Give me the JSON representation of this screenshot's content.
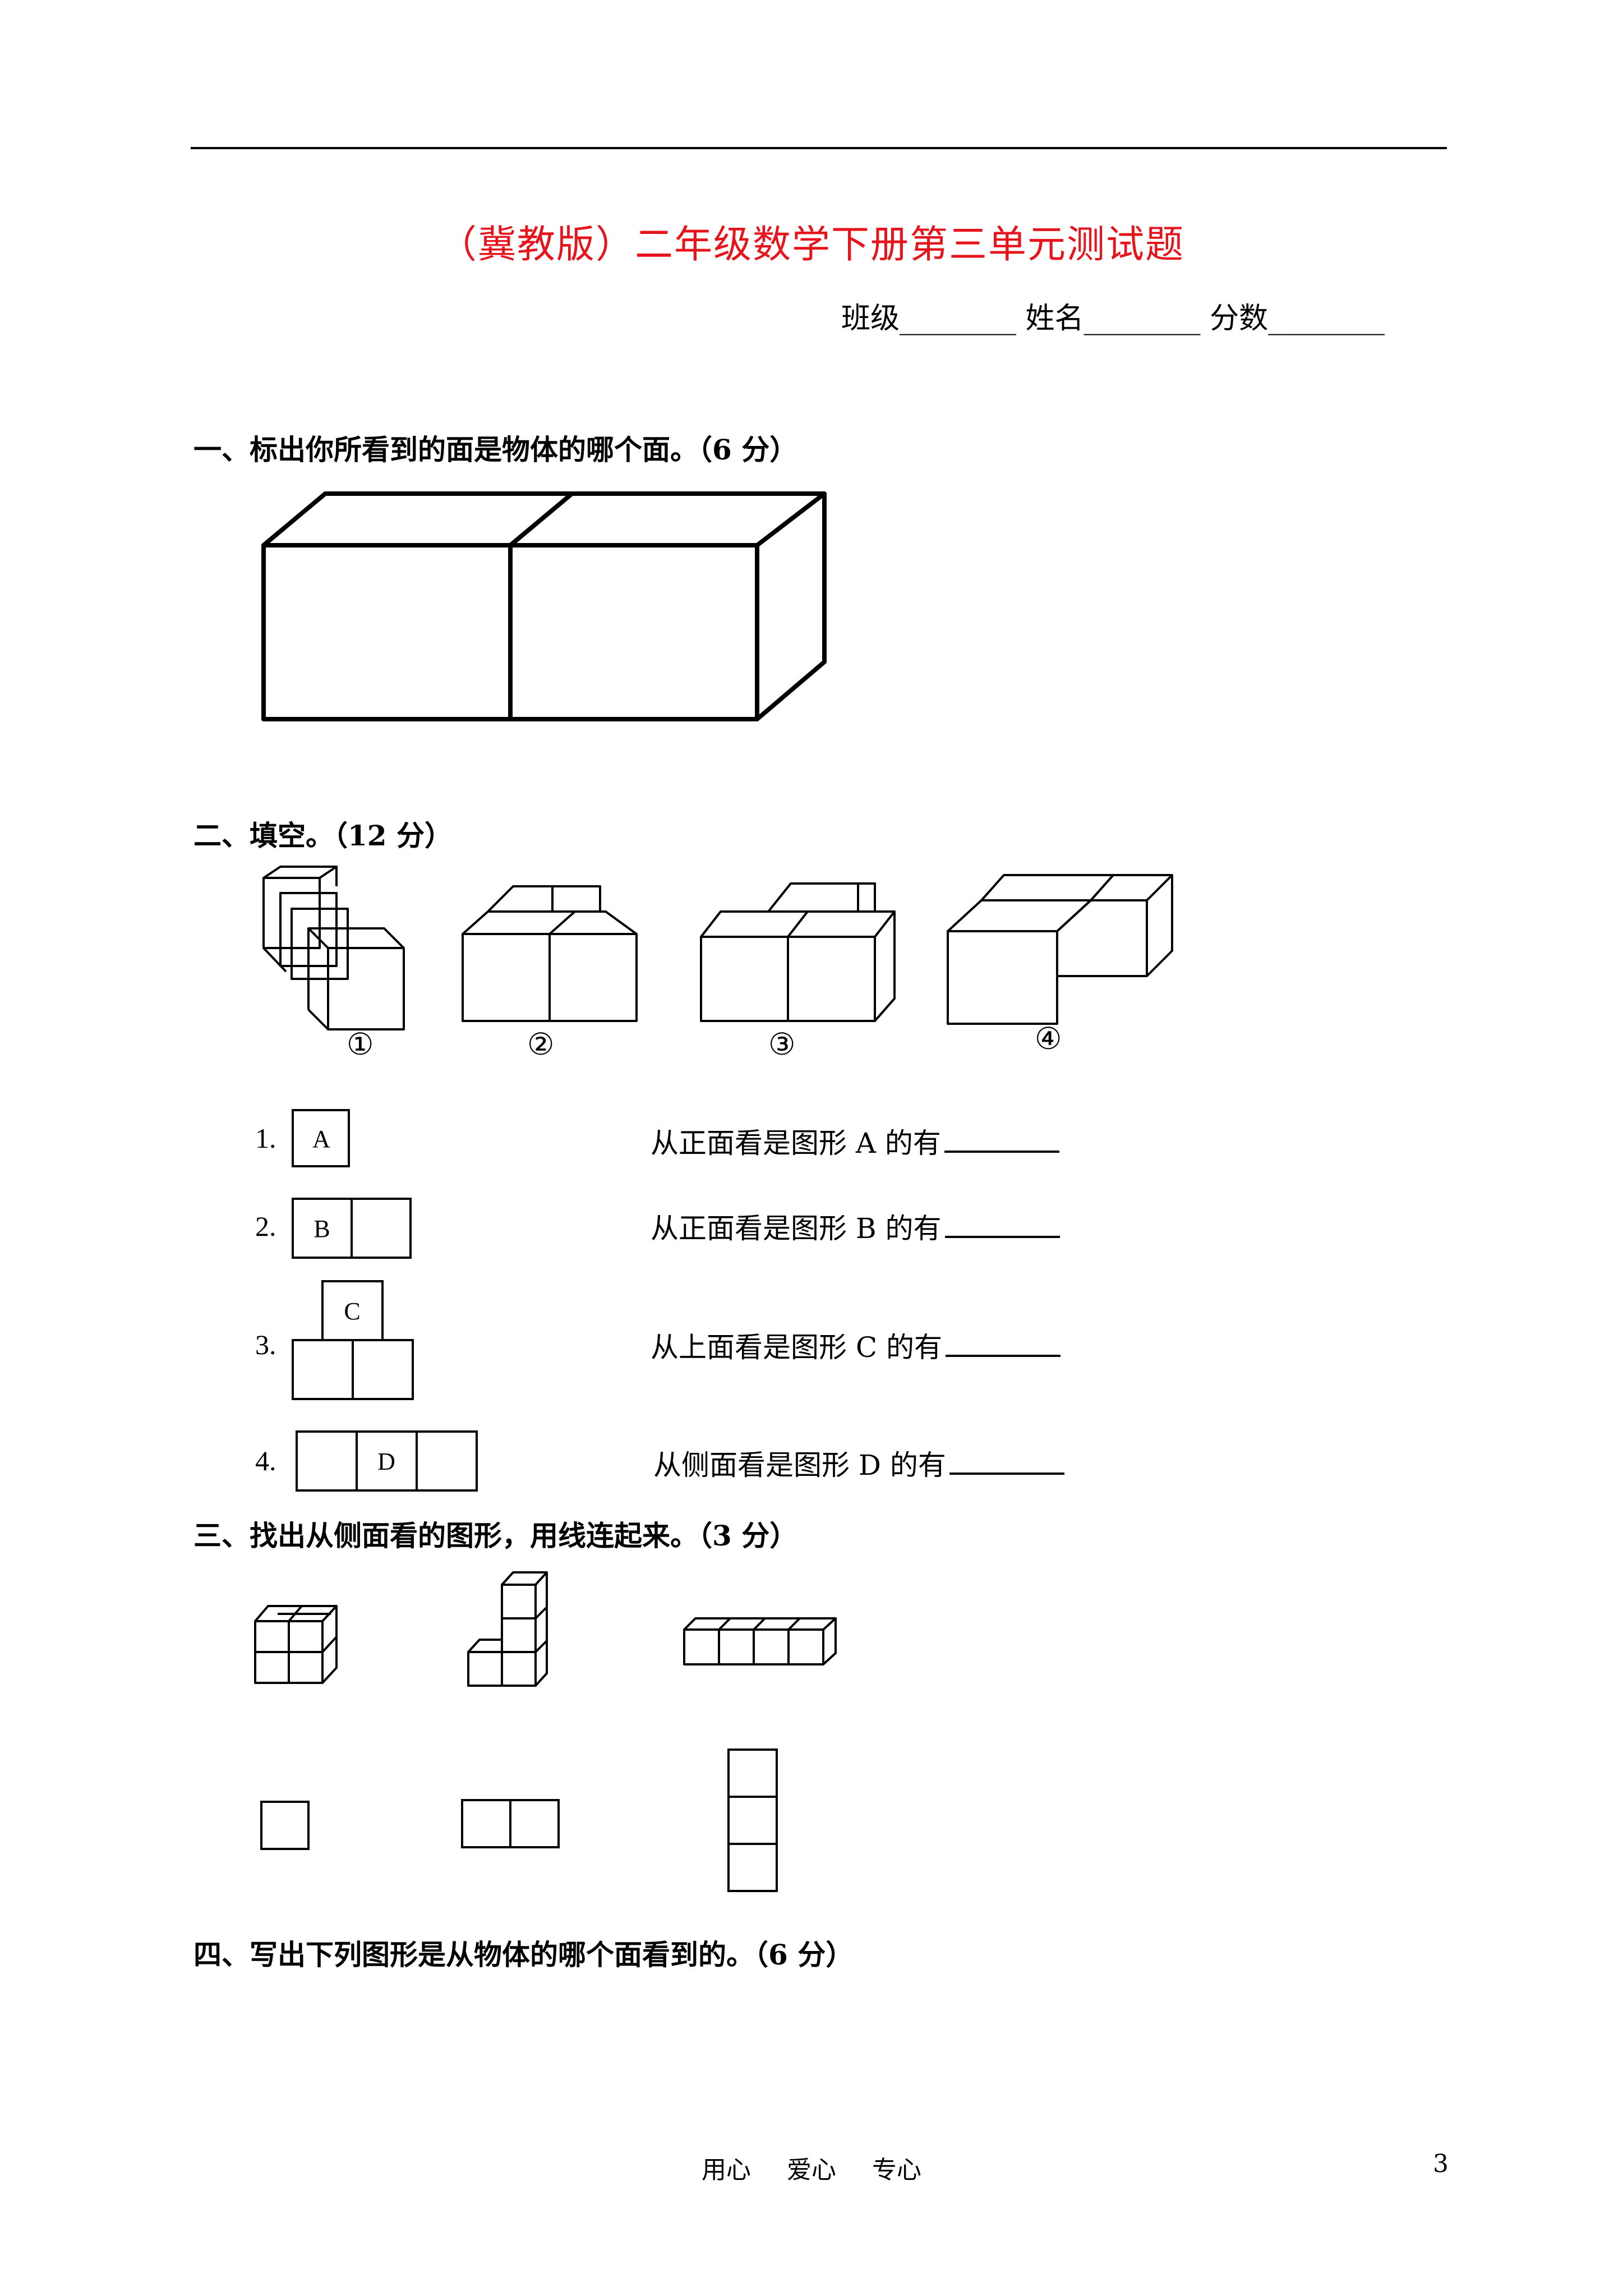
{
  "header": {
    "title": "（冀教版）二年级数学下册第三单元测试题",
    "class_label": "班级________",
    "name_label": "姓名________",
    "score_label": "分数________"
  },
  "q1": {
    "heading": "一、标出你所看到的面是物体的哪个面。（6 分）"
  },
  "q2": {
    "heading": "二、填空。（12 分）",
    "figure_labels": [
      "①",
      "②",
      "③",
      "④"
    ],
    "items": [
      {
        "num": "1.",
        "shape_letter": "A",
        "text": "从正面看是图形 A 的有"
      },
      {
        "num": "2.",
        "shape_letter": "B",
        "text": "从正面看是图形 B 的有"
      },
      {
        "num": "3.",
        "shape_letter": "C",
        "text": "从上面看是图形 C 的有"
      },
      {
        "num": "4.",
        "shape_letter": "D",
        "text": "从侧面看是图形 D 的有"
      }
    ]
  },
  "q3": {
    "heading": "三、找出从侧面看的图形，用线连起来。（3 分）"
  },
  "q4": {
    "heading": "四、写出下列图形是从物体的哪个面看到的。（6 分）"
  },
  "footer": {
    "parts": [
      "用心",
      "爱心",
      "专心"
    ],
    "page_number": "3"
  }
}
